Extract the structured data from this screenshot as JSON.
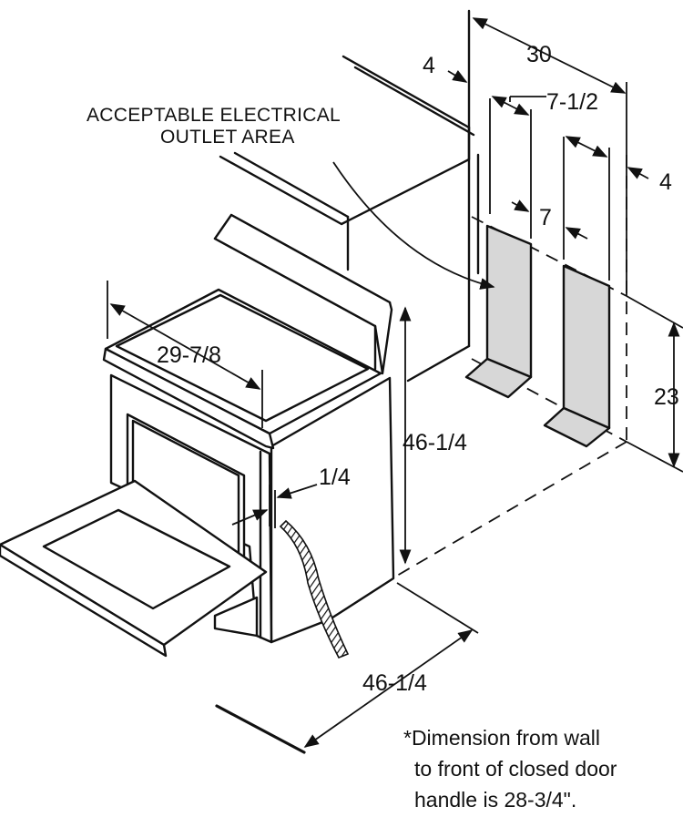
{
  "labels": {
    "outlet_area": [
      "ACCEPTABLE ELECTRICAL",
      "OUTLET AREA"
    ],
    "note": [
      "*Dimension from wall",
      "to front of closed door",
      "handle is 28-3/4\"."
    ]
  },
  "dimensions": {
    "width_overall": "30",
    "wall_offset_left": "4",
    "outlet_width": "7-1/2",
    "outlet_gap": "7",
    "wall_offset_right": "4",
    "outlet_height": "23",
    "cooktop_width": "29-7/8",
    "range_height": "46-1/4",
    "side_gap": "1/4",
    "range_depth": "46-1/4"
  }
}
